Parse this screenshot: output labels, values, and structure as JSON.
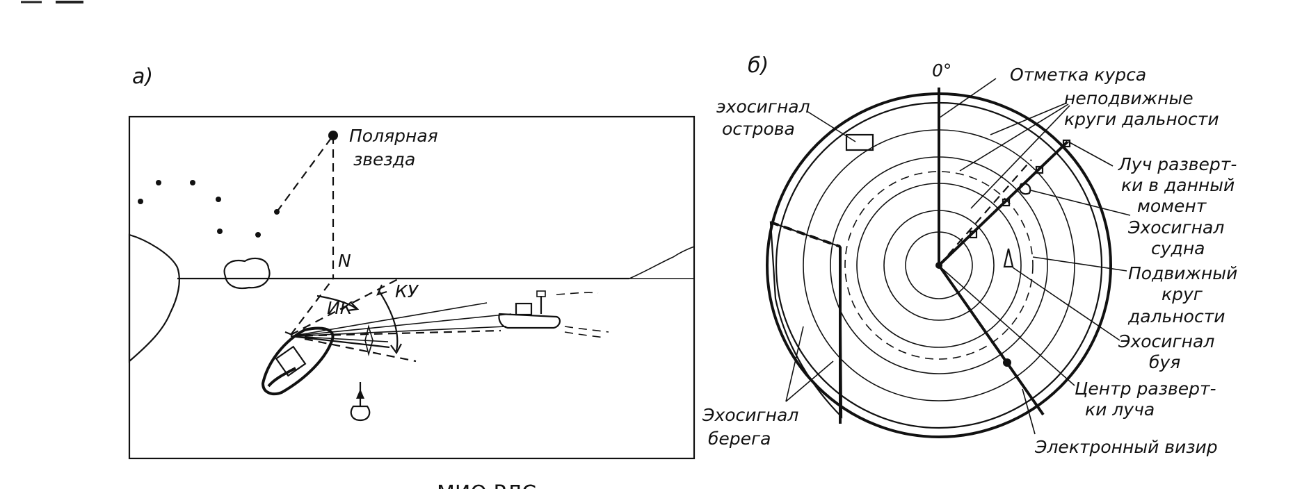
{
  "panel_a": {
    "letter": "а)",
    "star_label": [
      "Полярная",
      "звезда"
    ],
    "north_label": "N",
    "ik_label": "ИК",
    "ku_label": "КУ"
  },
  "panel_b": {
    "letter": "б)",
    "zero_label": "0°",
    "course_mark": "Отметка курса",
    "fixed_rings": [
      "неподвижные",
      "круги дальности"
    ],
    "island_echo": [
      "эхосигнал",
      "острова"
    ],
    "sweep_beam": [
      "Луч разверт-",
      "ки в данный",
      "момент"
    ],
    "ship_echo": [
      "Эхосигнал",
      "судна"
    ],
    "movable_ring": [
      "Подвижный",
      "круг",
      "дальности"
    ],
    "buoy_echo": [
      "Эхосигнал",
      "буя"
    ],
    "sweep_center": [
      "Центр разверт-",
      "ки луча"
    ],
    "ebl": "Электронный визир",
    "coast_echo": [
      "Эхосигнал",
      "берега"
    ]
  },
  "bottom_text": "МИО РЛС"
}
